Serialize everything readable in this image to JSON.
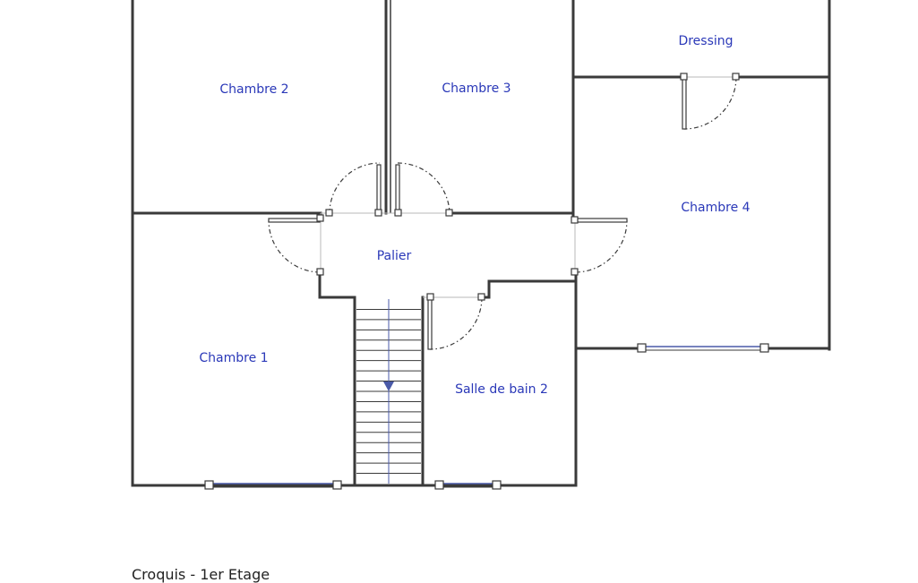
{
  "rooms": {
    "chambre_1": "Chambre 1",
    "chambre_2": "Chambre 2",
    "chambre_3": "Chambre 3",
    "chambre_4": "Chambre 4",
    "dressing": "Dressing",
    "palier": "Palier",
    "salle_de_bain_2": "Salle de bain 2"
  },
  "caption": "Croquis - 1er Etage",
  "colors": {
    "label": "#2a38b8",
    "wall": "#3a3a3a",
    "window": "#4a5aa8"
  },
  "stairs": {
    "direction": "down"
  }
}
